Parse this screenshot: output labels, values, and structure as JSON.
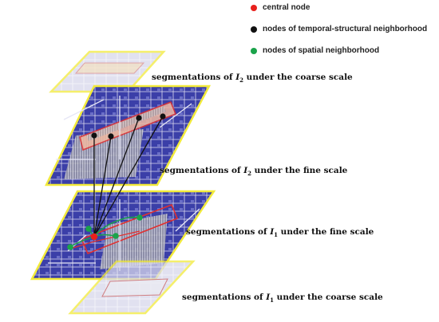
{
  "legend": {
    "central": {
      "label": "central node",
      "color": "#e8201c"
    },
    "temporal": {
      "label": "nodes of temporal-structural neighborhood",
      "color": "#111111"
    },
    "spatial": {
      "label": "nodes of spatial neighborhood",
      "color": "#1aa34a"
    }
  },
  "captions": {
    "l1": {
      "pre": "segmentations of ",
      "var": "I",
      "sub": "2",
      "post": " under the coarse scale"
    },
    "l2": {
      "pre": "segmentations of ",
      "var": "I",
      "sub": "2",
      "post": " under the fine scale"
    },
    "l3": {
      "pre": "segmentations of ",
      "var": "I",
      "sub": "1",
      "post": " under the fine scale"
    },
    "l4": {
      "pre": "segmentations of ",
      "var": "I",
      "sub": "1",
      "post": " under the coarse scale"
    }
  },
  "colors": {
    "plane_border": "#f2ea3a",
    "plane_fill": "#2a2f8c",
    "segment_line": "#e6e6f5",
    "region_red": "#e03030"
  }
}
